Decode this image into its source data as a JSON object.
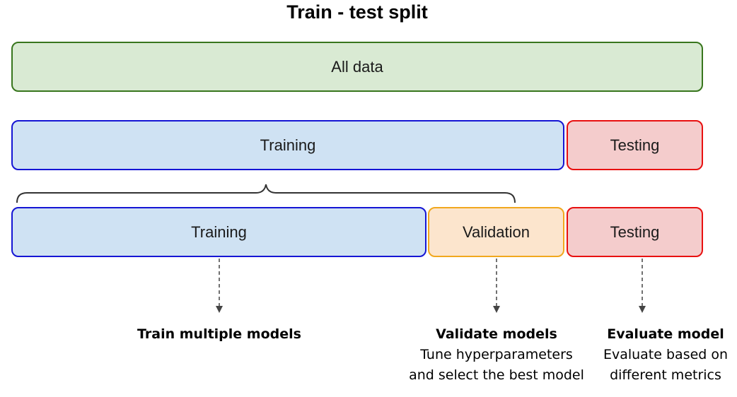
{
  "title": "Train - test split",
  "row1": {
    "all_data": "All data"
  },
  "row2": {
    "training": "Training",
    "testing": "Testing"
  },
  "row3": {
    "training": "Training",
    "validation": "Validation",
    "testing": "Testing"
  },
  "captions": {
    "train": {
      "heading": "Train multiple models"
    },
    "validate": {
      "heading": "Validate models",
      "line1": "Tune hyperparameters",
      "line2": "and select the best model"
    },
    "evaluate": {
      "heading": "Evaluate model",
      "line1": "Evaluate based on",
      "line2": "different metrics"
    }
  },
  "colors": {
    "all_data_fill": "#d9ead3",
    "all_data_border": "#38761d",
    "training_fill": "#cfe2f3",
    "training_border": "#1515d4",
    "testing_fill": "#f4cccc",
    "testing_border": "#e81010",
    "validation_fill": "#fce5cd",
    "validation_border": "#f1a81e",
    "brace": "#333333",
    "arrow": "#444444"
  }
}
